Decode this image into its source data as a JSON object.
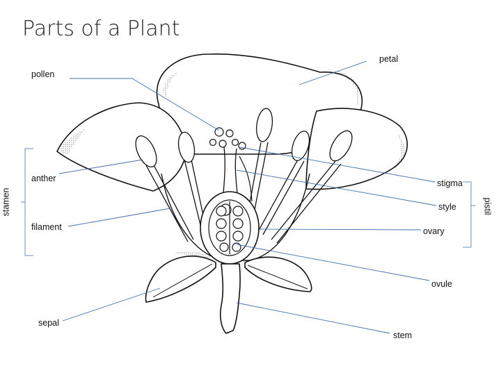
{
  "title": "Parts of a Plant",
  "labels": {
    "petal": "petal",
    "pollen": "pollen",
    "anther": "anther",
    "stigma": "stigma",
    "style": "style",
    "filament": "filament",
    "ovary": "ovary",
    "ovule": "ovule",
    "sepal": "sepal",
    "stem": "stem",
    "stamen": "stamen",
    "pistil": "pistil"
  },
  "colors": {
    "line": "#3f6fa8",
    "ink": "#111111",
    "bracket": "#6a8fbf"
  }
}
